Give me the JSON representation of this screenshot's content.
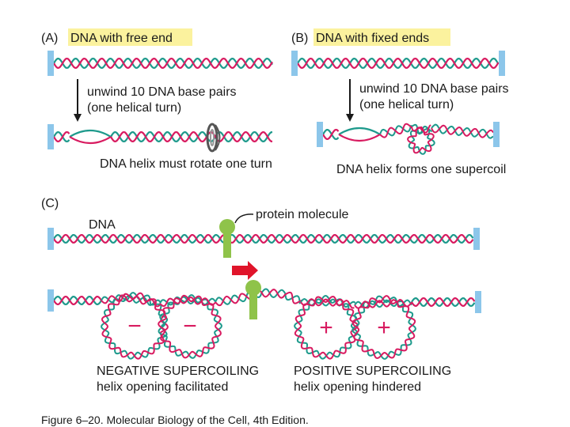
{
  "panel_a": {
    "letter": "(A)",
    "title": "DNA with free end",
    "step_text_line1": "unwind 10 DNA base pairs",
    "step_text_line2": "(one helical turn)",
    "result_text": "DNA helix must rotate one turn"
  },
  "panel_b": {
    "letter": "(B)",
    "title": "DNA with fixed ends",
    "step_text_line1": "unwind 10 DNA base pairs",
    "step_text_line2": "(one helical turn)",
    "result_text": "DNA helix forms one supercoil"
  },
  "panel_c": {
    "letter": "(C)",
    "dna_label": "DNA",
    "protein_label": "protein molecule",
    "negative_sign": "−",
    "positive_sign": "+",
    "negative_title": "NEGATIVE SUPERCOILING",
    "negative_subtitle": "helix opening facilitated",
    "positive_title": "POSITIVE SUPERCOILING",
    "positive_subtitle": "helix opening hindered"
  },
  "caption": "Figure 6–20. Molecular Biology of the Cell, 4th Edition.",
  "colors": {
    "strand_red": "#d81b60",
    "strand_teal": "#1e9a8c",
    "end_block": "#8cc6ea",
    "highlight": "#fbf29e",
    "protein_green": "#8fc34a",
    "arrow_red": "#e0142a",
    "sign_red": "#d81b60"
  }
}
